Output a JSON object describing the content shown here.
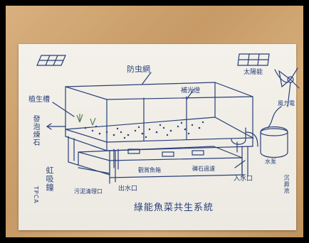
{
  "labels": {
    "insect_net": "防虫網",
    "planting_bed": "植生槽",
    "gravel": "發泡煉石",
    "solar_panel": "太陽能",
    "wind_power": "風力電",
    "grow_light": "補光燈",
    "siphon": "虹吸鐘",
    "sludge_outlet": "污泥清理口",
    "water_outlet": "出水口",
    "fish_tank": "觀賞魚箱",
    "gravel_filter": "礫石過濾",
    "water_inlet": "入水口",
    "pump": "水泵",
    "sediment_tank": "沉澱池",
    "signature": "TPCA",
    "caption": "綠能魚菜共生系統"
  },
  "colors": {
    "ink": "#2a3f7a",
    "paper": "#f1efe7",
    "wood": "#cfa571"
  }
}
